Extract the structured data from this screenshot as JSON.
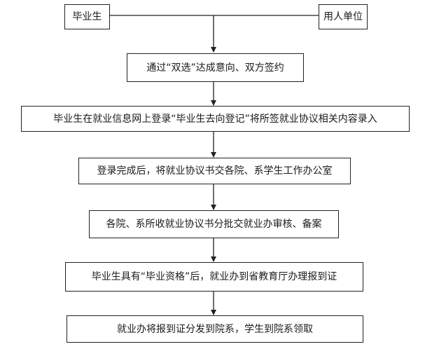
{
  "nodes": {
    "graduate": "毕业生",
    "employer": "用人单位",
    "step1": "通过“双选”达成意向、双方签约",
    "step2": "毕业生在就业信息网上登录“毕业生去向登记”将所签就业协议相关内容录入",
    "step3": "登录完成后，将就业协议书交各院、系学生工作办公室",
    "step4": "各院、系所收就业协议书分批交就业办审核、备案",
    "step5": "毕业生具有“毕业资格”后，就业办到省教育厅办理报到证",
    "step6": "就业办将报到证分发到院系，学生到院系领取"
  }
}
